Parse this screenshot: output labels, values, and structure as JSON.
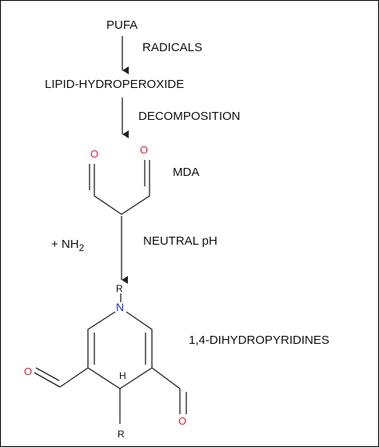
{
  "steps": {
    "pufa": "PUFA",
    "radicals": "RADICALS",
    "lipid_hydroperoxide": "LIPID-HYDROPEROXIDE",
    "decomposition": "DECOMPOSITION",
    "mda": "MDA",
    "nh2_prefix": "+ NH",
    "nh2_subscript": "2",
    "neutral_ph": "NEUTRAL pH",
    "product": "1,4-DIHYDROPYRIDINES"
  },
  "atoms": {
    "o_left_top": "O",
    "o_right_top": "O",
    "n": "N",
    "r_top": "R",
    "h": "H",
    "r_bottom": "R",
    "o_left_bottom": "O",
    "o_right_bottom": "O"
  },
  "colors": {
    "oxygen": "#d8203a",
    "nitrogen": "#1f2fd0",
    "bond": "#222222"
  }
}
